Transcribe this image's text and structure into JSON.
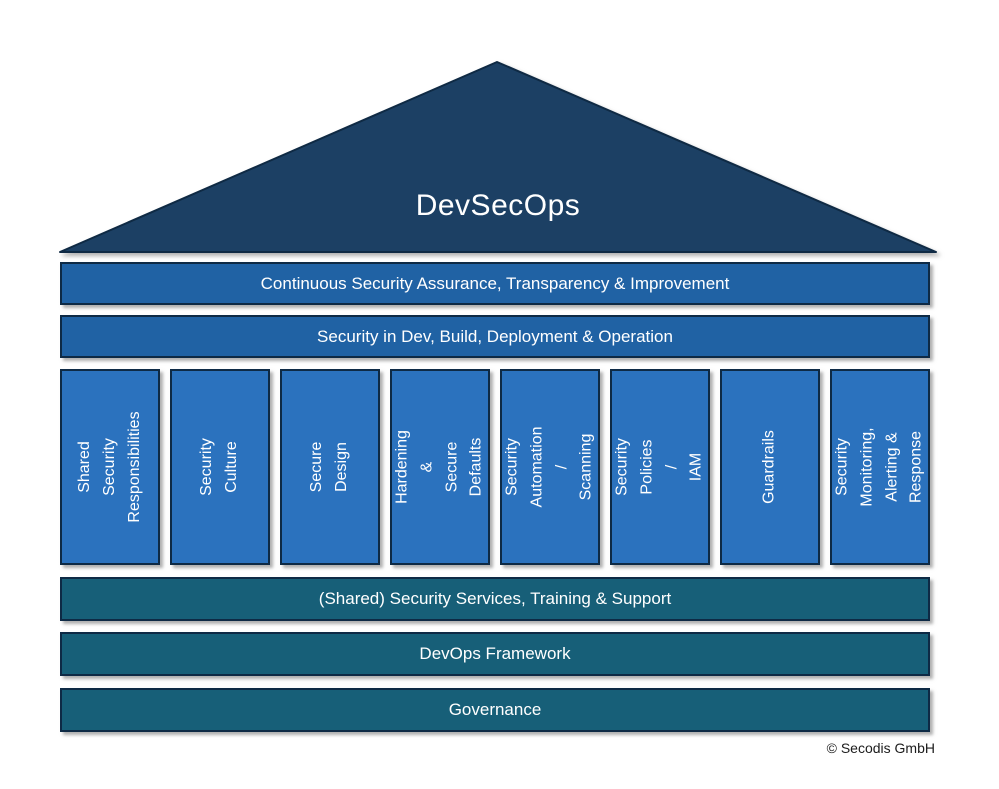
{
  "diagram": {
    "title": "DevSecOps",
    "top_bars": [
      {
        "label": "Continuous Security Assurance, Transparency & Improvement"
      },
      {
        "label": "Security in Dev, Build, Deployment & Operation"
      }
    ],
    "pillars": [
      {
        "label": "Shared Security\nResponsibilities"
      },
      {
        "label": "Security Culture"
      },
      {
        "label": "Secure Design"
      },
      {
        "label": "Hardening &\nSecure Defaults"
      },
      {
        "label": "Security Automation /\nScanning"
      },
      {
        "label": "Security Policies /\nIAM"
      },
      {
        "label": "Guardrails"
      },
      {
        "label": "Security Monitoring,\nAlerting & Response"
      }
    ],
    "base_bars": [
      {
        "label": "(Shared) Security Services, Training & Support"
      },
      {
        "label": "DevOps Framework"
      },
      {
        "label": "Governance"
      }
    ],
    "footer": {
      "copyright": "© Secodis GmbH"
    },
    "colors": {
      "roof": "#1c4064",
      "top_bar": "#2062a4",
      "pillar": "#2b72be",
      "base_bar": "#175f78",
      "border": "#0e2a45",
      "text": "#ffffff"
    }
  }
}
